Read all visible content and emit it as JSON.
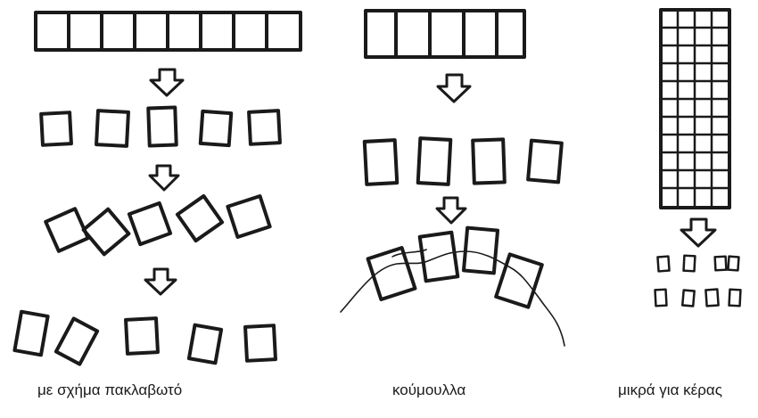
{
  "captions": {
    "left": "με σχήμα πακλαβωτό",
    "middle": "κούμουλλα",
    "right": "μικρά για κέρας"
  },
  "colors": {
    "ink": "#1a1a1a",
    "background": "#ffffff"
  }
}
